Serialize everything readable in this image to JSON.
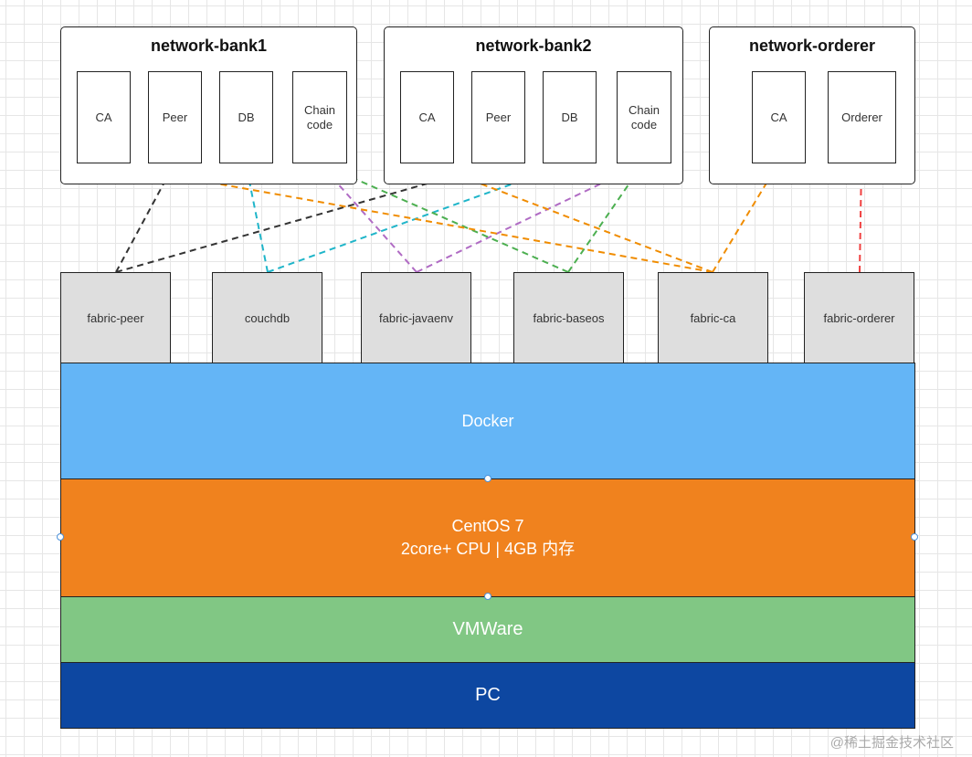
{
  "groups": {
    "bank1": {
      "title": "network-bank1",
      "components": {
        "ca": "CA",
        "peer": "Peer",
        "db": "DB",
        "chaincode": "Chain\ncode"
      }
    },
    "bank2": {
      "title": "network-bank2",
      "components": {
        "ca": "CA",
        "peer": "Peer",
        "db": "DB",
        "chaincode": "Chain\ncode"
      }
    },
    "orderer": {
      "title": "network-orderer",
      "components": {
        "ca": "CA",
        "orderer": "Orderer"
      }
    }
  },
  "images": {
    "fabric_peer": "fabric-peer",
    "couchdb": "couchdb",
    "fabric_javaenv": "fabric-javaenv",
    "fabric_baseos": "fabric-baseos",
    "fabric_ca": "fabric-ca",
    "fabric_orderer": "fabric-orderer"
  },
  "layers": {
    "docker": {
      "label": "Docker",
      "color": "#64b5f6"
    },
    "centos": {
      "line1": "CentOS 7",
      "line2": "2core+ CPU | 4GB 内存",
      "color": "#f0821e"
    },
    "vmware": {
      "label": "VMWare",
      "color": "#81c784"
    },
    "pc": {
      "label": "PC",
      "color": "#0d47a1"
    }
  },
  "connections": [
    {
      "from": "fabric-peer",
      "to": "network-bank1/Peer",
      "color": "#333333"
    },
    {
      "from": "fabric-peer",
      "to": "network-bank2/Peer",
      "color": "#333333"
    },
    {
      "from": "couchdb",
      "to": "network-bank1/DB",
      "color": "#1fb5c9"
    },
    {
      "from": "couchdb",
      "to": "network-bank2/DB",
      "color": "#1fb5c9"
    },
    {
      "from": "fabric-javaenv",
      "to": "network-bank1/Chain code",
      "color": "#b06bc4"
    },
    {
      "from": "fabric-javaenv",
      "to": "network-bank2/Chain code",
      "color": "#b06bc4"
    },
    {
      "from": "fabric-baseos",
      "to": "network-bank1/Chain code",
      "color": "#4caf50"
    },
    {
      "from": "fabric-baseos",
      "to": "network-bank2/Chain code",
      "color": "#4caf50"
    },
    {
      "from": "fabric-ca",
      "to": "network-bank1/CA",
      "color": "#f08c00"
    },
    {
      "from": "fabric-ca",
      "to": "network-bank2/CA",
      "color": "#f08c00"
    },
    {
      "from": "fabric-ca",
      "to": "network-orderer/CA",
      "color": "#f08c00"
    },
    {
      "from": "fabric-orderer",
      "to": "network-orderer/Orderer",
      "color": "#f04040"
    }
  ],
  "watermark": "@稀土掘金技术社区"
}
